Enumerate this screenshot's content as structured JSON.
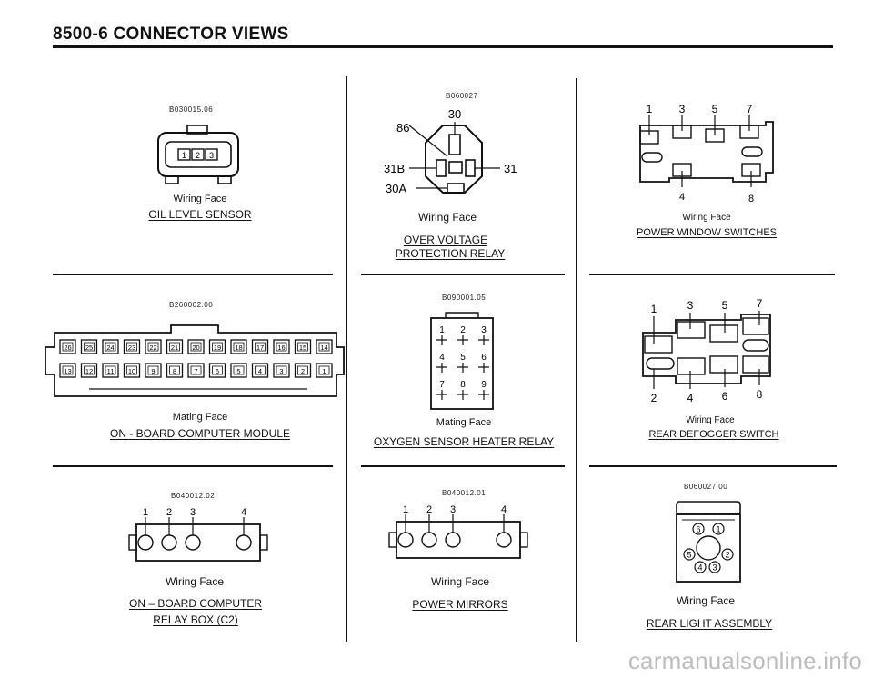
{
  "header": {
    "title": "8500-6 CONNECTOR VIEWS"
  },
  "panels": {
    "oil_level_sensor": {
      "code": "B030015.06",
      "face": "Wiring Face",
      "title": "OIL LEVEL SENSOR",
      "pins": [
        "1",
        "2",
        "3"
      ]
    },
    "over_voltage_relay": {
      "code": "B060027",
      "face": "Wiring Face",
      "title_line1": "OVER VOLTAGE",
      "title_line2": "PROTECTION RELAY",
      "pins": {
        "p30": "30",
        "p86": "86",
        "p31B": "31B",
        "p31": "31",
        "p30A": "30A"
      }
    },
    "power_window_switches": {
      "face": "Wiring Face",
      "title": "POWER WINDOW SWITCHES",
      "pins_top": [
        "1",
        "3",
        "5",
        "7"
      ],
      "pins_bottom": [
        "4",
        "8"
      ]
    },
    "onboard_computer_module": {
      "code": "B260002.00",
      "face": "Mating Face",
      "title": "ON - BOARD COMPUTER MODULE",
      "row_top": [
        "26",
        "25",
        "24",
        "23",
        "22",
        "21",
        "20",
        "19",
        "18",
        "17",
        "16",
        "15",
        "14"
      ],
      "row_bottom": [
        "13",
        "12",
        "11",
        "10",
        "9",
        "8",
        "7",
        "6",
        "5",
        "4",
        "3",
        "2",
        "1"
      ]
    },
    "oxygen_sensor_heater_relay": {
      "code": "B090001.05",
      "face": "Mating Face",
      "title": "OXYGEN SENSOR HEATER RELAY",
      "pins": [
        "1",
        "2",
        "3",
        "4",
        "5",
        "6",
        "7",
        "8",
        "9"
      ]
    },
    "rear_defogger_switch": {
      "face": "Wiring Face",
      "title": "REAR DEFOGGER SWITCH",
      "pins_top": [
        "1",
        "3",
        "5",
        "7"
      ],
      "pins_bottom": [
        "2",
        "4",
        "6",
        "8"
      ]
    },
    "onboard_computer_relay_box": {
      "code": "B040012.02",
      "face": "Wiring Face",
      "title_line1": "ON – BOARD COMPUTER",
      "title_line2": "RELAY BOX (C2)",
      "pins": [
        "1",
        "2",
        "3",
        "4"
      ]
    },
    "power_mirrors": {
      "code": "B040012.01",
      "face": "Wiring Face",
      "title": "POWER MIRRORS",
      "pins": [
        "1",
        "2",
        "3",
        "4"
      ]
    },
    "rear_light_assembly": {
      "code": "B060027.00",
      "face": "Wiring Face",
      "title": "REAR LIGHT ASSEMBLY",
      "pins": [
        "6",
        "1",
        "5",
        "2",
        "4",
        "3"
      ]
    }
  },
  "watermark": "carmanualsonline.info"
}
